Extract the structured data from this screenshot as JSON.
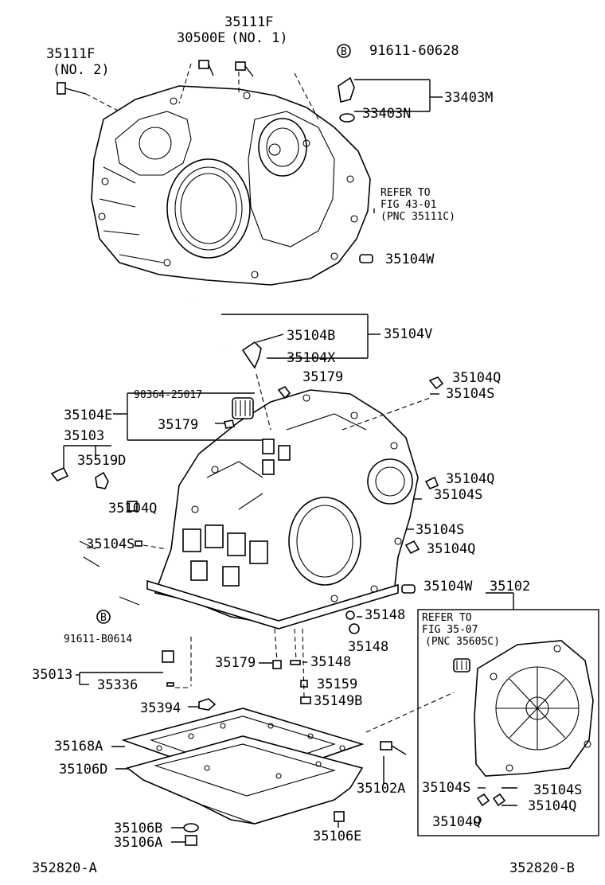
{
  "labels": {
    "p35111F_no2": "35111F",
    "p35111F_no2_sub": "(NO. 2)",
    "p35111F_no1": "35111F",
    "p35111F_no1_sub": "(NO. 1)",
    "p30500E": "30500E",
    "pB_91611_60628": "91611-60628",
    "p33403M": "33403M",
    "p33403N": "33403N",
    "refer1_line1": "REFER TO",
    "refer1_line2": "FIG 43-01",
    "refer1_line3": "(PNC 35111C)",
    "p35104W_top": "35104W",
    "p35104B": "35104B",
    "p35104V": "35104V",
    "p35104X": "35104X",
    "p35179_a": "35179",
    "p90364": "90364-25017",
    "p35104E": "35104E",
    "p35179_b": "35179",
    "p35103": "35103",
    "p35519D": "35519D",
    "p35104Q_a": "35104Q",
    "p35104S_a": "35104S",
    "p35104Q_b": "35104Q",
    "p35104S_b": "35104S",
    "p35104Q_c": "35104Q",
    "p35104S_c": "35104S",
    "p35104S_d": "35104S",
    "p35104Q_d": "35104Q",
    "p35104W_mid": "35104W",
    "p35102": "35102",
    "pB_91611_B0614": "91611-B0614",
    "p35148_a": "35148",
    "p35148_b": "35148",
    "p35179_c": "35179",
    "p35148_c": "35148",
    "p35013": "35013",
    "p35336": "35336",
    "p35159": "35159",
    "p35394": "35394",
    "p35149B": "35149B",
    "refer2_line1": "REFER TO",
    "refer2_line2": "FIG 35-07",
    "refer2_line3": "(PNC 35605C)",
    "p35168A": "35168A",
    "p35106D": "35106D",
    "p35102A": "35102A",
    "p35104S_e": "35104S",
    "p35104S_f": "35104S",
    "p35104Q_e": "35104Q",
    "p35104Q_f": "35104Q",
    "p35106B": "35106B",
    "p35106A": "35106A",
    "p35106E": "35106E",
    "ref_left": "352820-A",
    "ref_right": "352820-B",
    "bolt_marker": "B"
  }
}
